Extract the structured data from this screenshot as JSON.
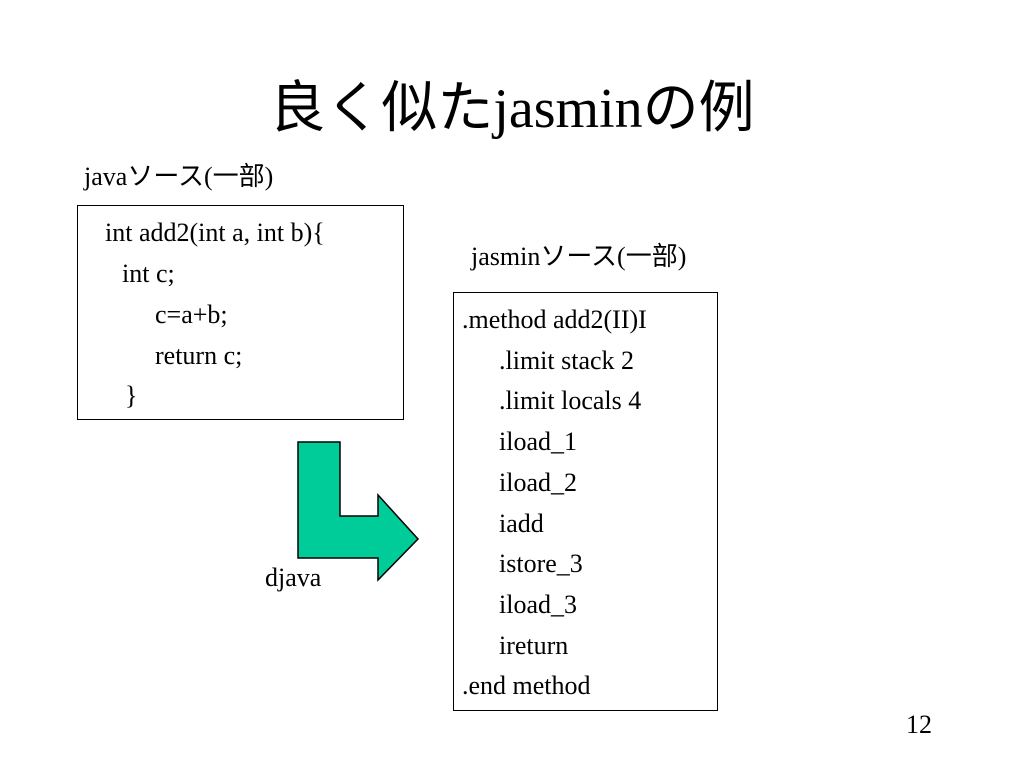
{
  "slide": {
    "title_jp_prefix": "良く似た",
    "title_latin": "jasmin",
    "title_jp_suffix": "の例",
    "page_number": "12"
  },
  "java_source": {
    "label_latin": "java",
    "label_jp": "ソース",
    "label_paren": "(一部)",
    "lines": [
      "int add2(int a, int b){",
      "int c;",
      "c=a+b;",
      "return c;",
      "}"
    ]
  },
  "jasmin_source": {
    "label_latin": "jasmin",
    "label_jp": "ソース",
    "label_paren": "(一部)",
    "lines": [
      ".method add2(II)I",
      ".limit stack 2",
      ".limit locals 4",
      "iload_1",
      "iload_2",
      "iadd",
      "istore_3",
      "iload_3",
      "ireturn",
      ".end method"
    ]
  },
  "converter": {
    "label": "djava",
    "arrow_color": "#00cc99",
    "arrow_icon": "turn-right-arrow-icon"
  }
}
